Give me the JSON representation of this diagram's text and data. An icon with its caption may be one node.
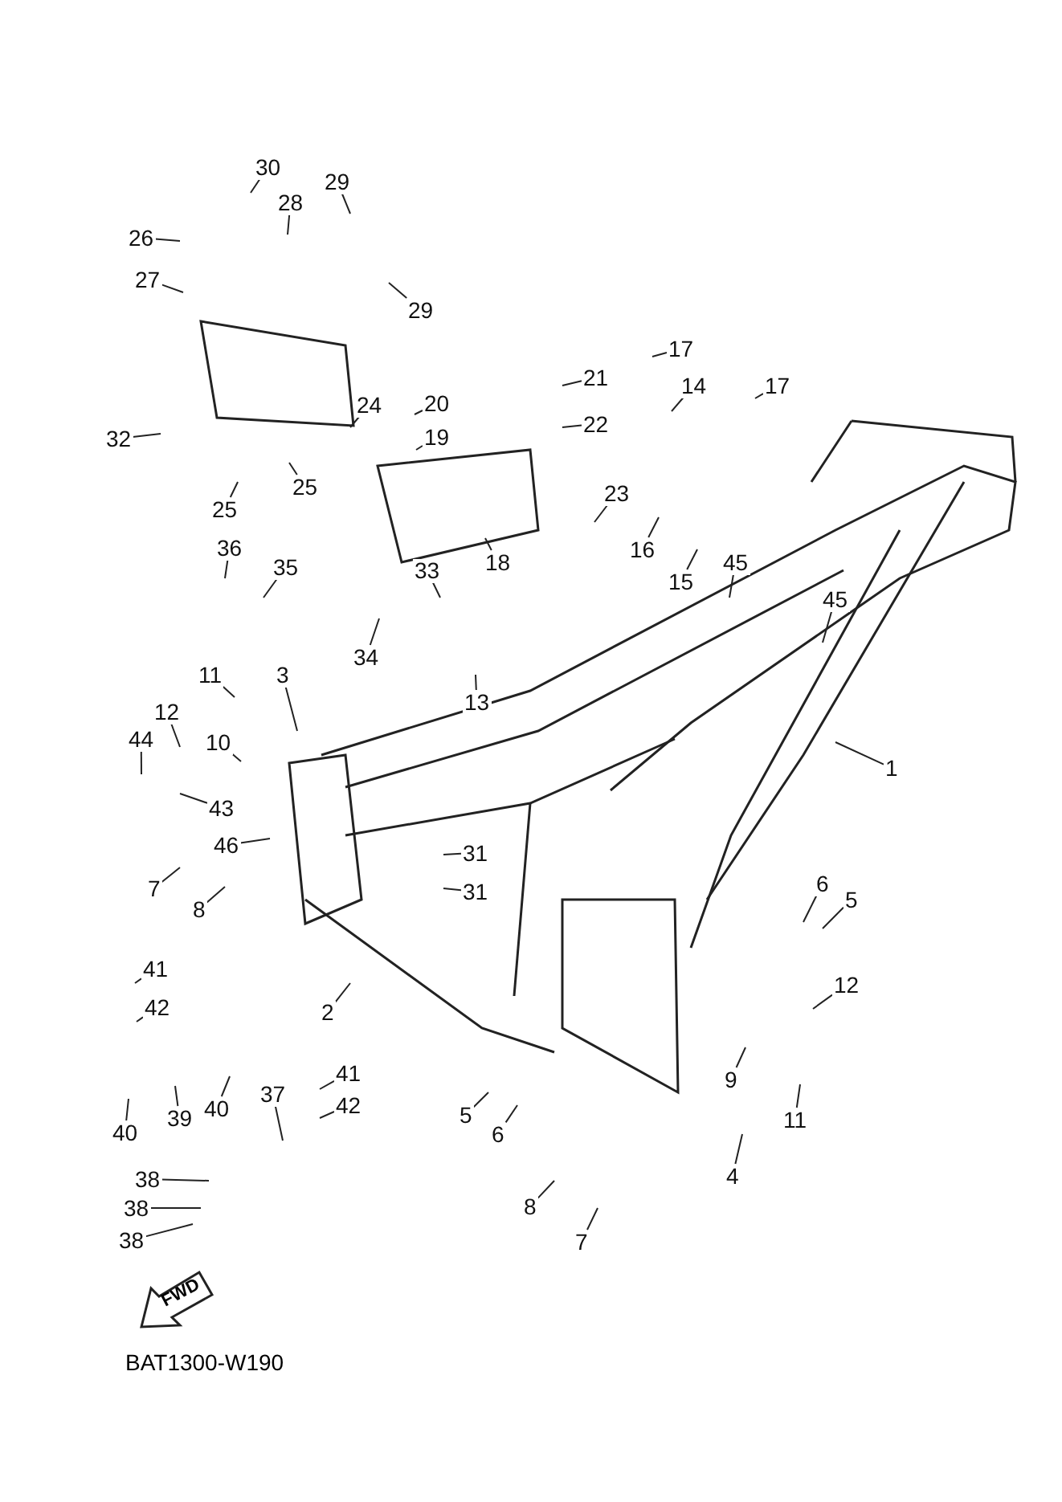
{
  "diagram": {
    "nodes": [
      {
        "text": [
          "30"
        ]
      },
      {
        "text": [
          "29"
        ]
      },
      {
        "text": [
          "28"
        ]
      },
      {
        "text": [
          "26"
        ]
      },
      {
        "text": [
          "27"
        ]
      },
      {
        "text": [
          "29"
        ]
      },
      {
        "text": [
          "17"
        ]
      },
      {
        "text": [
          "21"
        ]
      },
      {
        "text": [
          "14"
        ]
      },
      {
        "text": [
          "17"
        ]
      },
      {
        "text": [
          "20"
        ]
      },
      {
        "text": [
          "24"
        ]
      },
      {
        "text": [
          "22"
        ]
      },
      {
        "text": [
          "19"
        ]
      },
      {
        "text": [
          "32"
        ]
      },
      {
        "text": [
          "25"
        ]
      },
      {
        "text": [
          "23"
        ]
      },
      {
        "text": [
          "25"
        ]
      },
      {
        "text": [
          "36"
        ]
      },
      {
        "text": [
          "16"
        ]
      },
      {
        "text": [
          "18"
        ]
      },
      {
        "text": [
          "45"
        ]
      },
      {
        "text": [
          "35"
        ]
      },
      {
        "text": [
          "33"
        ]
      },
      {
        "text": [
          "15"
        ]
      },
      {
        "text": [
          "45"
        ]
      },
      {
        "text": [
          "34"
        ]
      },
      {
        "text": [
          "11"
        ]
      },
      {
        "text": [
          "3"
        ]
      },
      {
        "text": [
          "13"
        ]
      },
      {
        "text": [
          "12"
        ]
      },
      {
        "text": [
          "10"
        ]
      },
      {
        "text": [
          "44"
        ]
      },
      {
        "text": [
          "1"
        ]
      },
      {
        "text": [
          "43"
        ]
      },
      {
        "text": [
          "46"
        ]
      },
      {
        "text": [
          "31"
        ]
      },
      {
        "text": [
          "6"
        ]
      },
      {
        "text": [
          "7"
        ]
      },
      {
        "text": [
          "5"
        ]
      },
      {
        "text": [
          "31"
        ]
      },
      {
        "text": [
          "8"
        ]
      },
      {
        "text": [
          "41"
        ]
      },
      {
        "text": [
          "42"
        ]
      },
      {
        "text": [
          "2"
        ]
      },
      {
        "text": [
          "5"
        ]
      },
      {
        "text": [
          "6"
        ]
      },
      {
        "text": [
          "41"
        ]
      },
      {
        "text": [
          "12"
        ]
      },
      {
        "text": [
          "42"
        ]
      },
      {
        "text": [
          "9"
        ]
      },
      {
        "text": [
          "11"
        ]
      },
      {
        "text": [
          "37"
        ]
      },
      {
        "text": [
          "40"
        ]
      },
      {
        "text": [
          "39"
        ]
      },
      {
        "text": [
          "40"
        ]
      },
      {
        "text": [
          "4"
        ]
      },
      {
        "text": [
          "38"
        ]
      },
      {
        "text": [
          "38"
        ]
      },
      {
        "text": [
          "8"
        ]
      },
      {
        "text": [
          "38"
        ]
      },
      {
        "text": [
          "7"
        ]
      },
      {
        "text": [
          "FWD"
        ]
      }
    ],
    "edges": [
      {
        "from": 0,
        "to": null,
        "arrow": "none"
      },
      {
        "from": 1,
        "to": null,
        "arrow": "none"
      },
      {
        "from": 2,
        "to": null,
        "arrow": "none"
      },
      {
        "from": 3,
        "to": null,
        "arrow": "none"
      },
      {
        "from": 4,
        "to": null,
        "arrow": "none"
      },
      {
        "from": 5,
        "to": null,
        "arrow": "none"
      },
      {
        "from": 6,
        "to": null,
        "arrow": "none"
      },
      {
        "from": 7,
        "to": null,
        "arrow": "none"
      },
      {
        "from": 8,
        "to": null,
        "arrow": "none"
      },
      {
        "from": 9,
        "to": null,
        "arrow": "none"
      },
      {
        "from": 10,
        "to": null,
        "arrow": "none"
      },
      {
        "from": 11,
        "to": null,
        "arrow": "none"
      },
      {
        "from": 12,
        "to": null,
        "arrow": "none"
      },
      {
        "from": 13,
        "to": null,
        "arrow": "none"
      },
      {
        "from": 14,
        "to": null,
        "arrow": "none"
      },
      {
        "from": 15,
        "to": null,
        "arrow": "none"
      },
      {
        "from": 16,
        "to": null,
        "arrow": "none"
      },
      {
        "from": 17,
        "to": null,
        "arrow": "none"
      },
      {
        "from": 18,
        "to": null,
        "arrow": "none"
      },
      {
        "from": 19,
        "to": null,
        "arrow": "none"
      },
      {
        "from": 20,
        "to": null,
        "arrow": "none"
      },
      {
        "from": 21,
        "to": null,
        "arrow": "none"
      },
      {
        "from": 22,
        "to": null,
        "arrow": "none"
      },
      {
        "from": 23,
        "to": null,
        "arrow": "none"
      },
      {
        "from": 24,
        "to": null,
        "arrow": "none"
      },
      {
        "from": 25,
        "to": null,
        "arrow": "none"
      },
      {
        "from": 26,
        "to": null,
        "arrow": "none"
      },
      {
        "from": 27,
        "to": null,
        "arrow": "none"
      },
      {
        "from": 28,
        "to": null,
        "arrow": "none"
      },
      {
        "from": 29,
        "to": null,
        "arrow": "none"
      },
      {
        "from": 30,
        "to": null,
        "arrow": "none"
      },
      {
        "from": 31,
        "to": null,
        "arrow": "none"
      },
      {
        "from": 32,
        "to": null,
        "arrow": "none"
      },
      {
        "from": 33,
        "to": null,
        "arrow": "none"
      },
      {
        "from": 34,
        "to": null,
        "arrow": "none"
      },
      {
        "from": 35,
        "to": null,
        "arrow": "none"
      },
      {
        "from": 36,
        "to": null,
        "arrow": "none"
      },
      {
        "from": 37,
        "to": null,
        "arrow": "none"
      },
      {
        "from": 38,
        "to": null,
        "arrow": "none"
      },
      {
        "from": 39,
        "to": null,
        "arrow": "none"
      },
      {
        "from": 40,
        "to": null,
        "arrow": "none"
      },
      {
        "from": 41,
        "to": null,
        "arrow": "none"
      },
      {
        "from": 42,
        "to": null,
        "arrow": "none"
      },
      {
        "from": 43,
        "to": null,
        "arrow": "none"
      },
      {
        "from": 44,
        "to": null,
        "arrow": "none"
      },
      {
        "from": 45,
        "to": null,
        "arrow": "none"
      },
      {
        "from": 46,
        "to": null,
        "arrow": "none"
      },
      {
        "from": 47,
        "to": null,
        "arrow": "none"
      },
      {
        "from": 48,
        "to": null,
        "arrow": "none"
      },
      {
        "from": 49,
        "to": null,
        "arrow": "none"
      },
      {
        "from": 50,
        "to": null,
        "arrow": "none"
      },
      {
        "from": 51,
        "to": null,
        "arrow": "none"
      },
      {
        "from": 52,
        "to": null,
        "arrow": "none"
      },
      {
        "from": 53,
        "to": null,
        "arrow": "none"
      },
      {
        "from": 54,
        "to": null,
        "arrow": "none"
      },
      {
        "from": 55,
        "to": null,
        "arrow": "none"
      },
      {
        "from": 56,
        "to": null,
        "arrow": "none"
      },
      {
        "from": 57,
        "to": null,
        "arrow": "none"
      },
      {
        "from": 58,
        "to": null,
        "arrow": "none"
      },
      {
        "from": 59,
        "to": null,
        "arrow": "none"
      },
      {
        "from": 60,
        "to": null,
        "arrow": "none"
      },
      {
        "from": 61,
        "to": null,
        "arrow": "none"
      }
    ],
    "labels": [
      "BAT1300-W190"
    ]
  }
}
